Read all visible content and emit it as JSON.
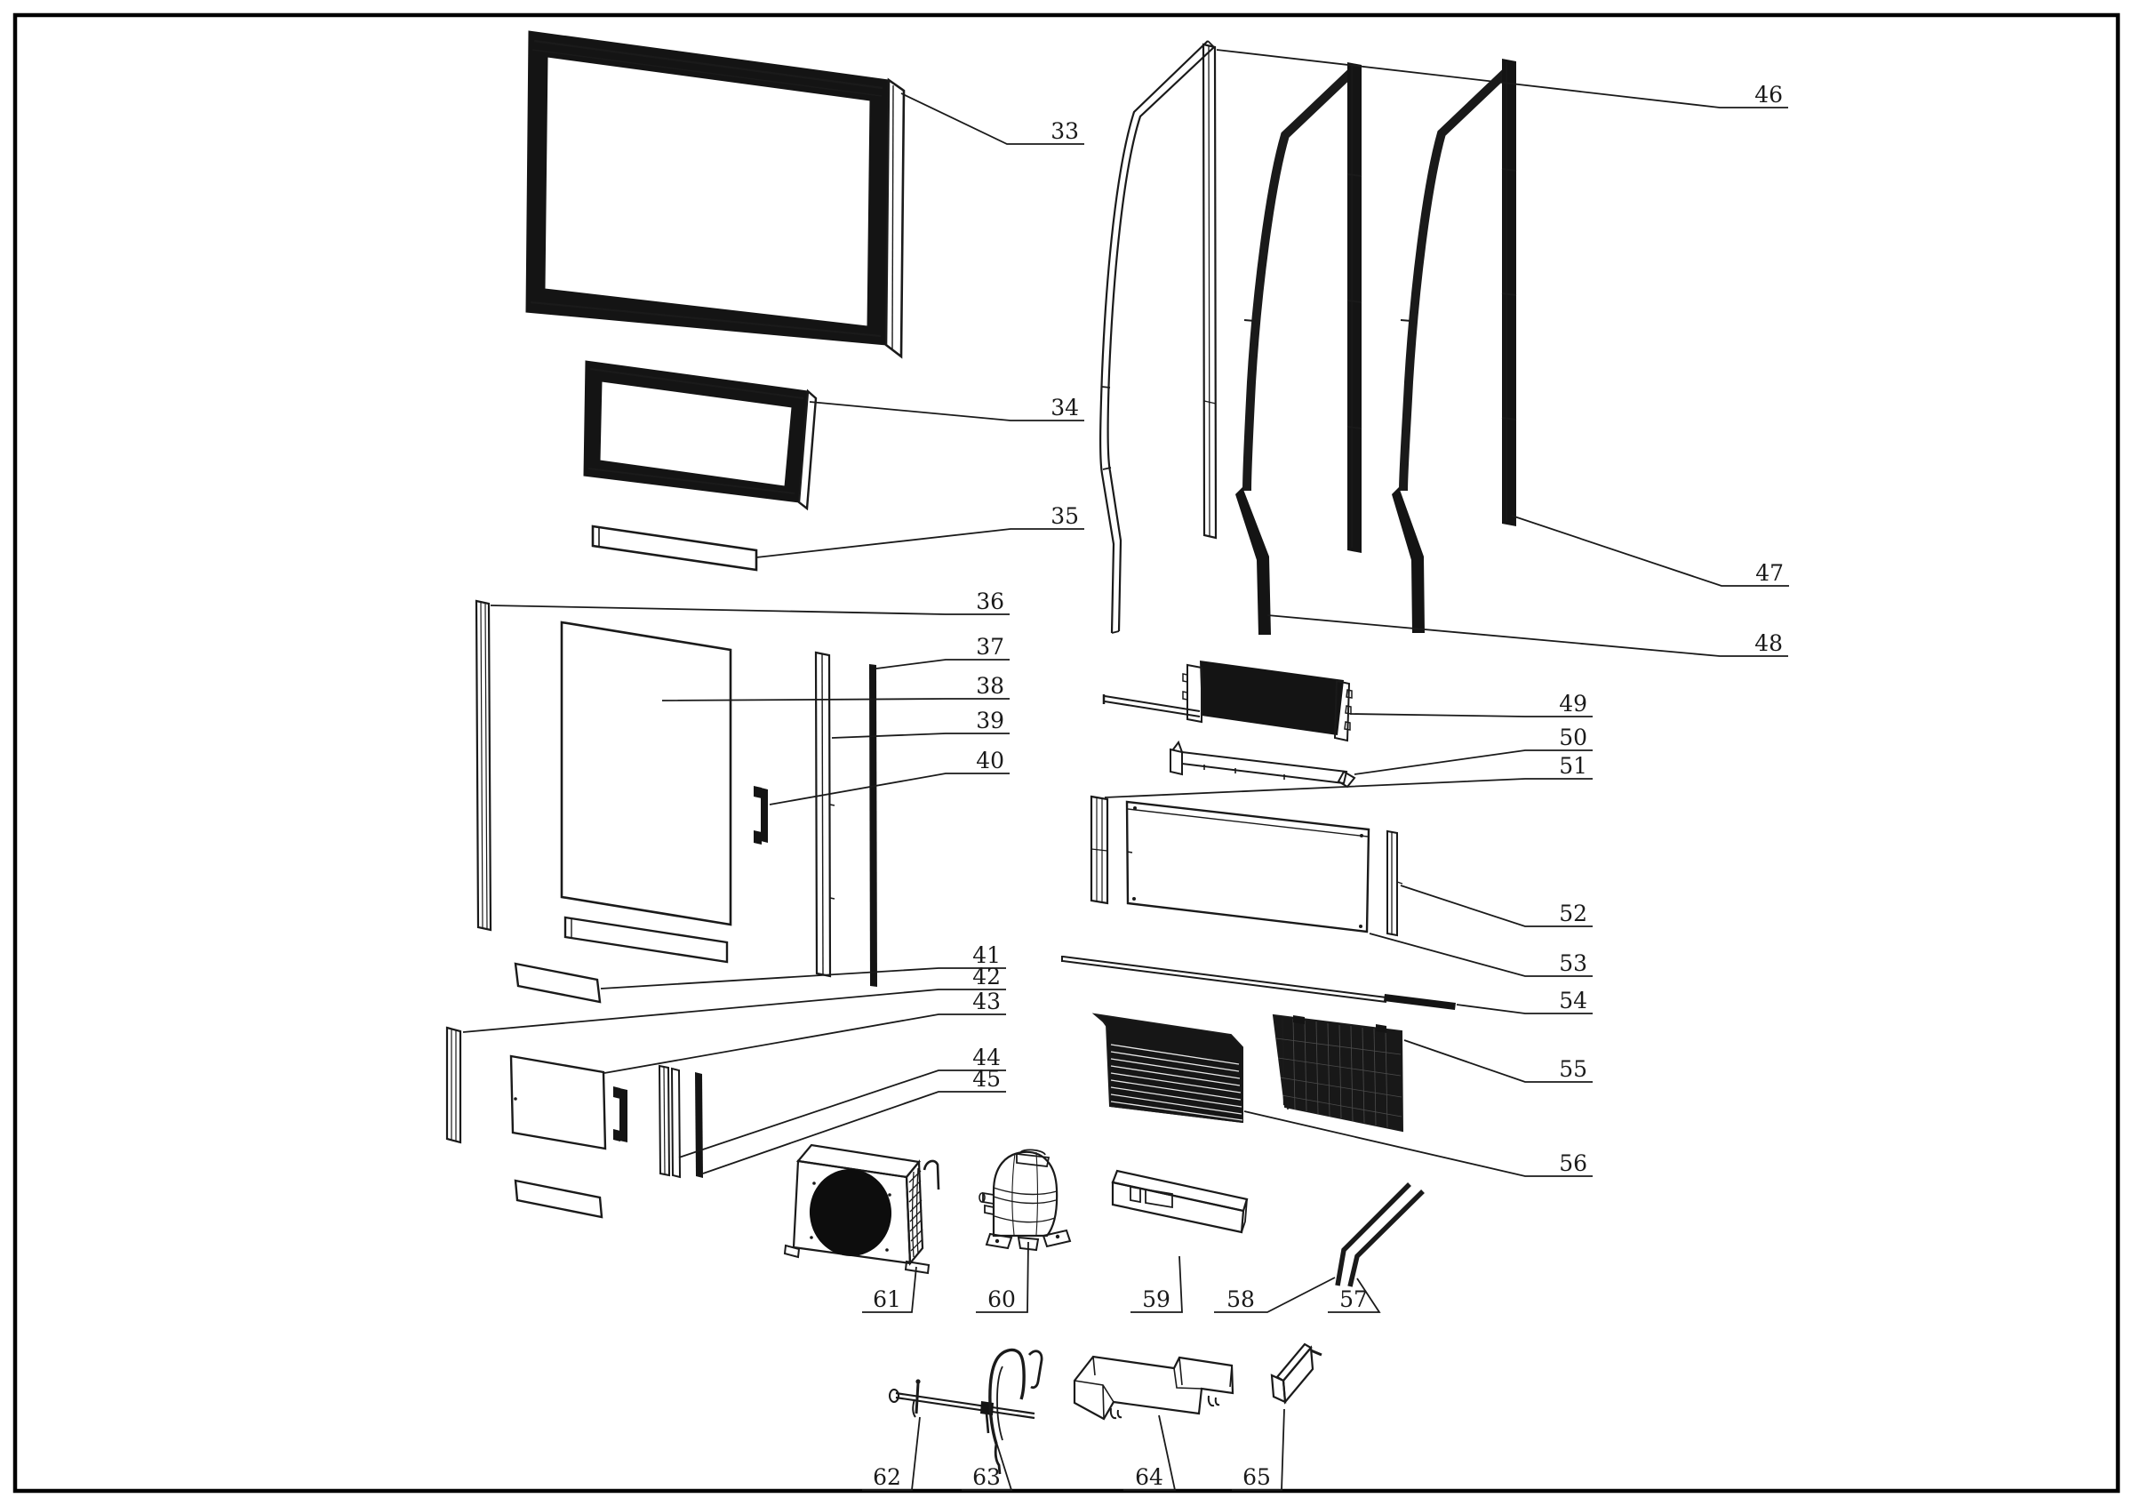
{
  "document": {
    "kind": "exploded-parts-diagram",
    "background_color": "#ffffff",
    "line_color": "#1a1a1a",
    "border_color": "#000000"
  },
  "labels": [
    {
      "number": "33"
    },
    {
      "number": "34"
    },
    {
      "number": "35"
    },
    {
      "number": "36"
    },
    {
      "number": "37"
    },
    {
      "number": "38"
    },
    {
      "number": "39"
    },
    {
      "number": "40"
    },
    {
      "number": "41"
    },
    {
      "number": "42"
    },
    {
      "number": "43"
    },
    {
      "number": "44"
    },
    {
      "number": "45"
    },
    {
      "number": "46"
    },
    {
      "number": "47"
    },
    {
      "number": "48"
    },
    {
      "number": "49"
    },
    {
      "number": "50"
    },
    {
      "number": "51"
    },
    {
      "number": "52"
    },
    {
      "number": "53"
    },
    {
      "number": "54"
    },
    {
      "number": "55"
    },
    {
      "number": "56"
    },
    {
      "number": "57"
    },
    {
      "number": "58"
    },
    {
      "number": "59"
    },
    {
      "number": "60"
    },
    {
      "number": "61"
    },
    {
      "number": "62"
    },
    {
      "number": "63"
    },
    {
      "number": "64"
    },
    {
      "number": "65"
    }
  ]
}
